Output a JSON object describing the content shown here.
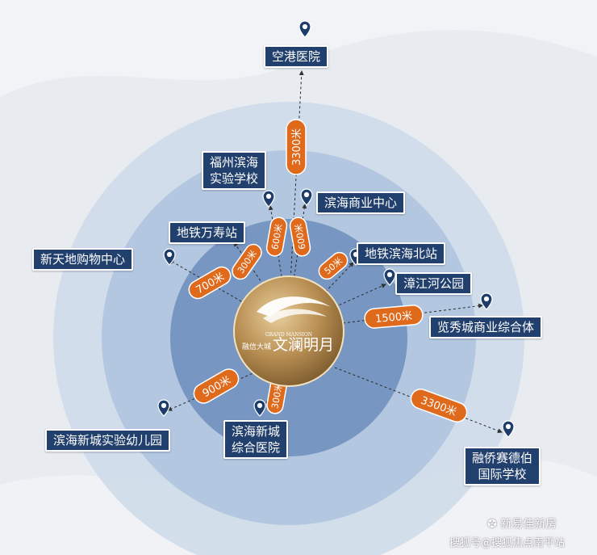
{
  "center": {
    "logo_small": "GRAND MANSION",
    "brand": "文澜明月",
    "tag": "融信大城"
  },
  "poi": [
    {
      "id": "airport-hospital",
      "label": "空港医院",
      "dist": "3300米"
    },
    {
      "id": "binhai-school",
      "label": "福州滨海\n实验学校",
      "dist": "600米"
    },
    {
      "id": "binhai-commerce",
      "label": "滨海商业中心",
      "dist": "600米"
    },
    {
      "id": "metro-wanshou",
      "label": "地铁万寿站",
      "dist": "300米"
    },
    {
      "id": "xintiandi",
      "label": "新天地购物中心",
      "dist": "700米"
    },
    {
      "id": "metro-binhai-north",
      "label": "地铁滨海北站",
      "dist": "50米"
    },
    {
      "id": "zhangjiang-park",
      "label": "漳江河公园",
      "dist": ""
    },
    {
      "id": "lanxiu-mall",
      "label": "览秀城商业综合体",
      "dist": "1500米"
    },
    {
      "id": "rongqiao-school",
      "label": "融侨赛德伯\n国际学校",
      "dist": "3300米"
    },
    {
      "id": "binhai-hospital",
      "label": "滨海新城\n综合医院",
      "dist": "300米"
    },
    {
      "id": "kindergarten",
      "label": "滨海新城实验幼儿园",
      "dist": "900米"
    }
  ],
  "watermark": {
    "account": "新易佳新房",
    "source": "搜狐号@搜狐焦点南平站"
  },
  "colors": {
    "ring_outer": "#c7d7e8",
    "ring_mid": "#a8bfdc",
    "ring_inner": "#7d9ac3",
    "label_bg": "#22406e",
    "tag": "#e06a1c",
    "gold": "#b3894a"
  }
}
